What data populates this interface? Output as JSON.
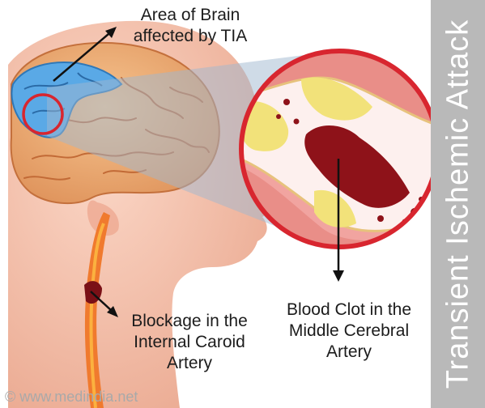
{
  "labels": {
    "brain_area": [
      "Area of Brain",
      "affected by TIA"
    ],
    "blockage": [
      "Blockage in the",
      "Internal Caroid",
      "Artery"
    ],
    "clot": [
      "Blood Clot in the",
      "Middle Cerebral",
      "Artery"
    ]
  },
  "side_title": "Transient Ischemic Attack",
  "watermark": "© www.medindia.net",
  "colors": {
    "skin": "#f6c2ad",
    "brain": "#eeb07a",
    "affected_area": "#5aa9e6",
    "highlight_ring": "#d8262f",
    "clot": "#8e1219",
    "plaque": "#f2e27a",
    "side_band": "#b9b9b9"
  }
}
